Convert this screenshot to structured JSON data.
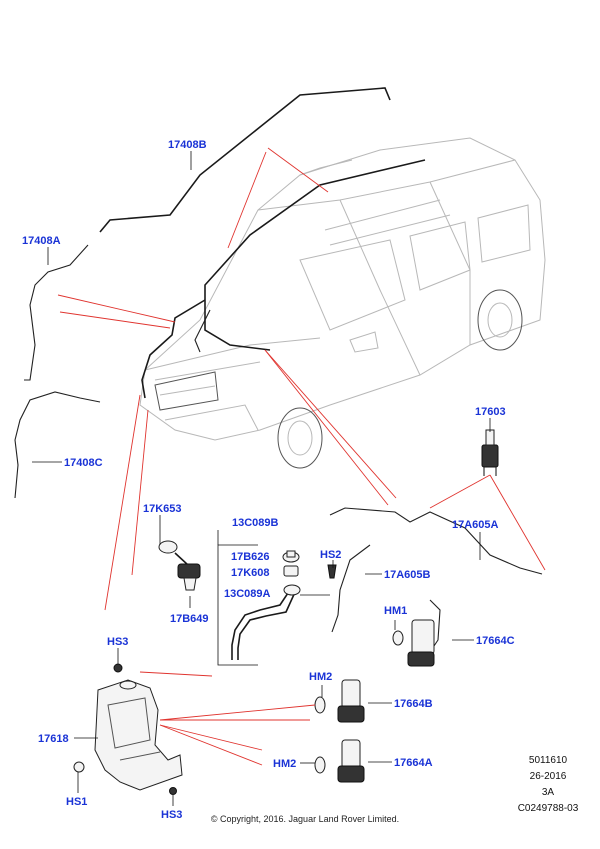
{
  "part_labels": {
    "p17408B": "17408B",
    "p17408A": "17408A",
    "p17408C": "17408C",
    "p17603": "17603",
    "p17K653": "17K653",
    "p13C089B": "13C089B",
    "p17B626": "17B626",
    "p17K608": "17K608",
    "p13C089A": "13C089A",
    "p17B649": "17B649",
    "pHS2": "HS2",
    "p17A605B": "17A605B",
    "p17A605A": "17A605A",
    "pHM1": "HM1",
    "p17664C": "17664C",
    "pHS3a": "HS3",
    "pHM2a": "HM2",
    "p17664B": "17664B",
    "p17618": "17618",
    "pHM2b": "HM2",
    "p17664A": "17664A",
    "pHS1": "HS1",
    "pHS3b": "HS3"
  },
  "reference_block": {
    "line1": "5011610",
    "line2": "26-2016",
    "line3": "3A",
    "line4": "C0249788-03"
  },
  "copyright": "© Copyright, 2016. Jaguar Land Rover Limited.",
  "colors": {
    "label_blue": "#1a33d6",
    "leader_red": "#e0342f",
    "line_black": "#111111",
    "car_grey": "#b8b8b8"
  }
}
